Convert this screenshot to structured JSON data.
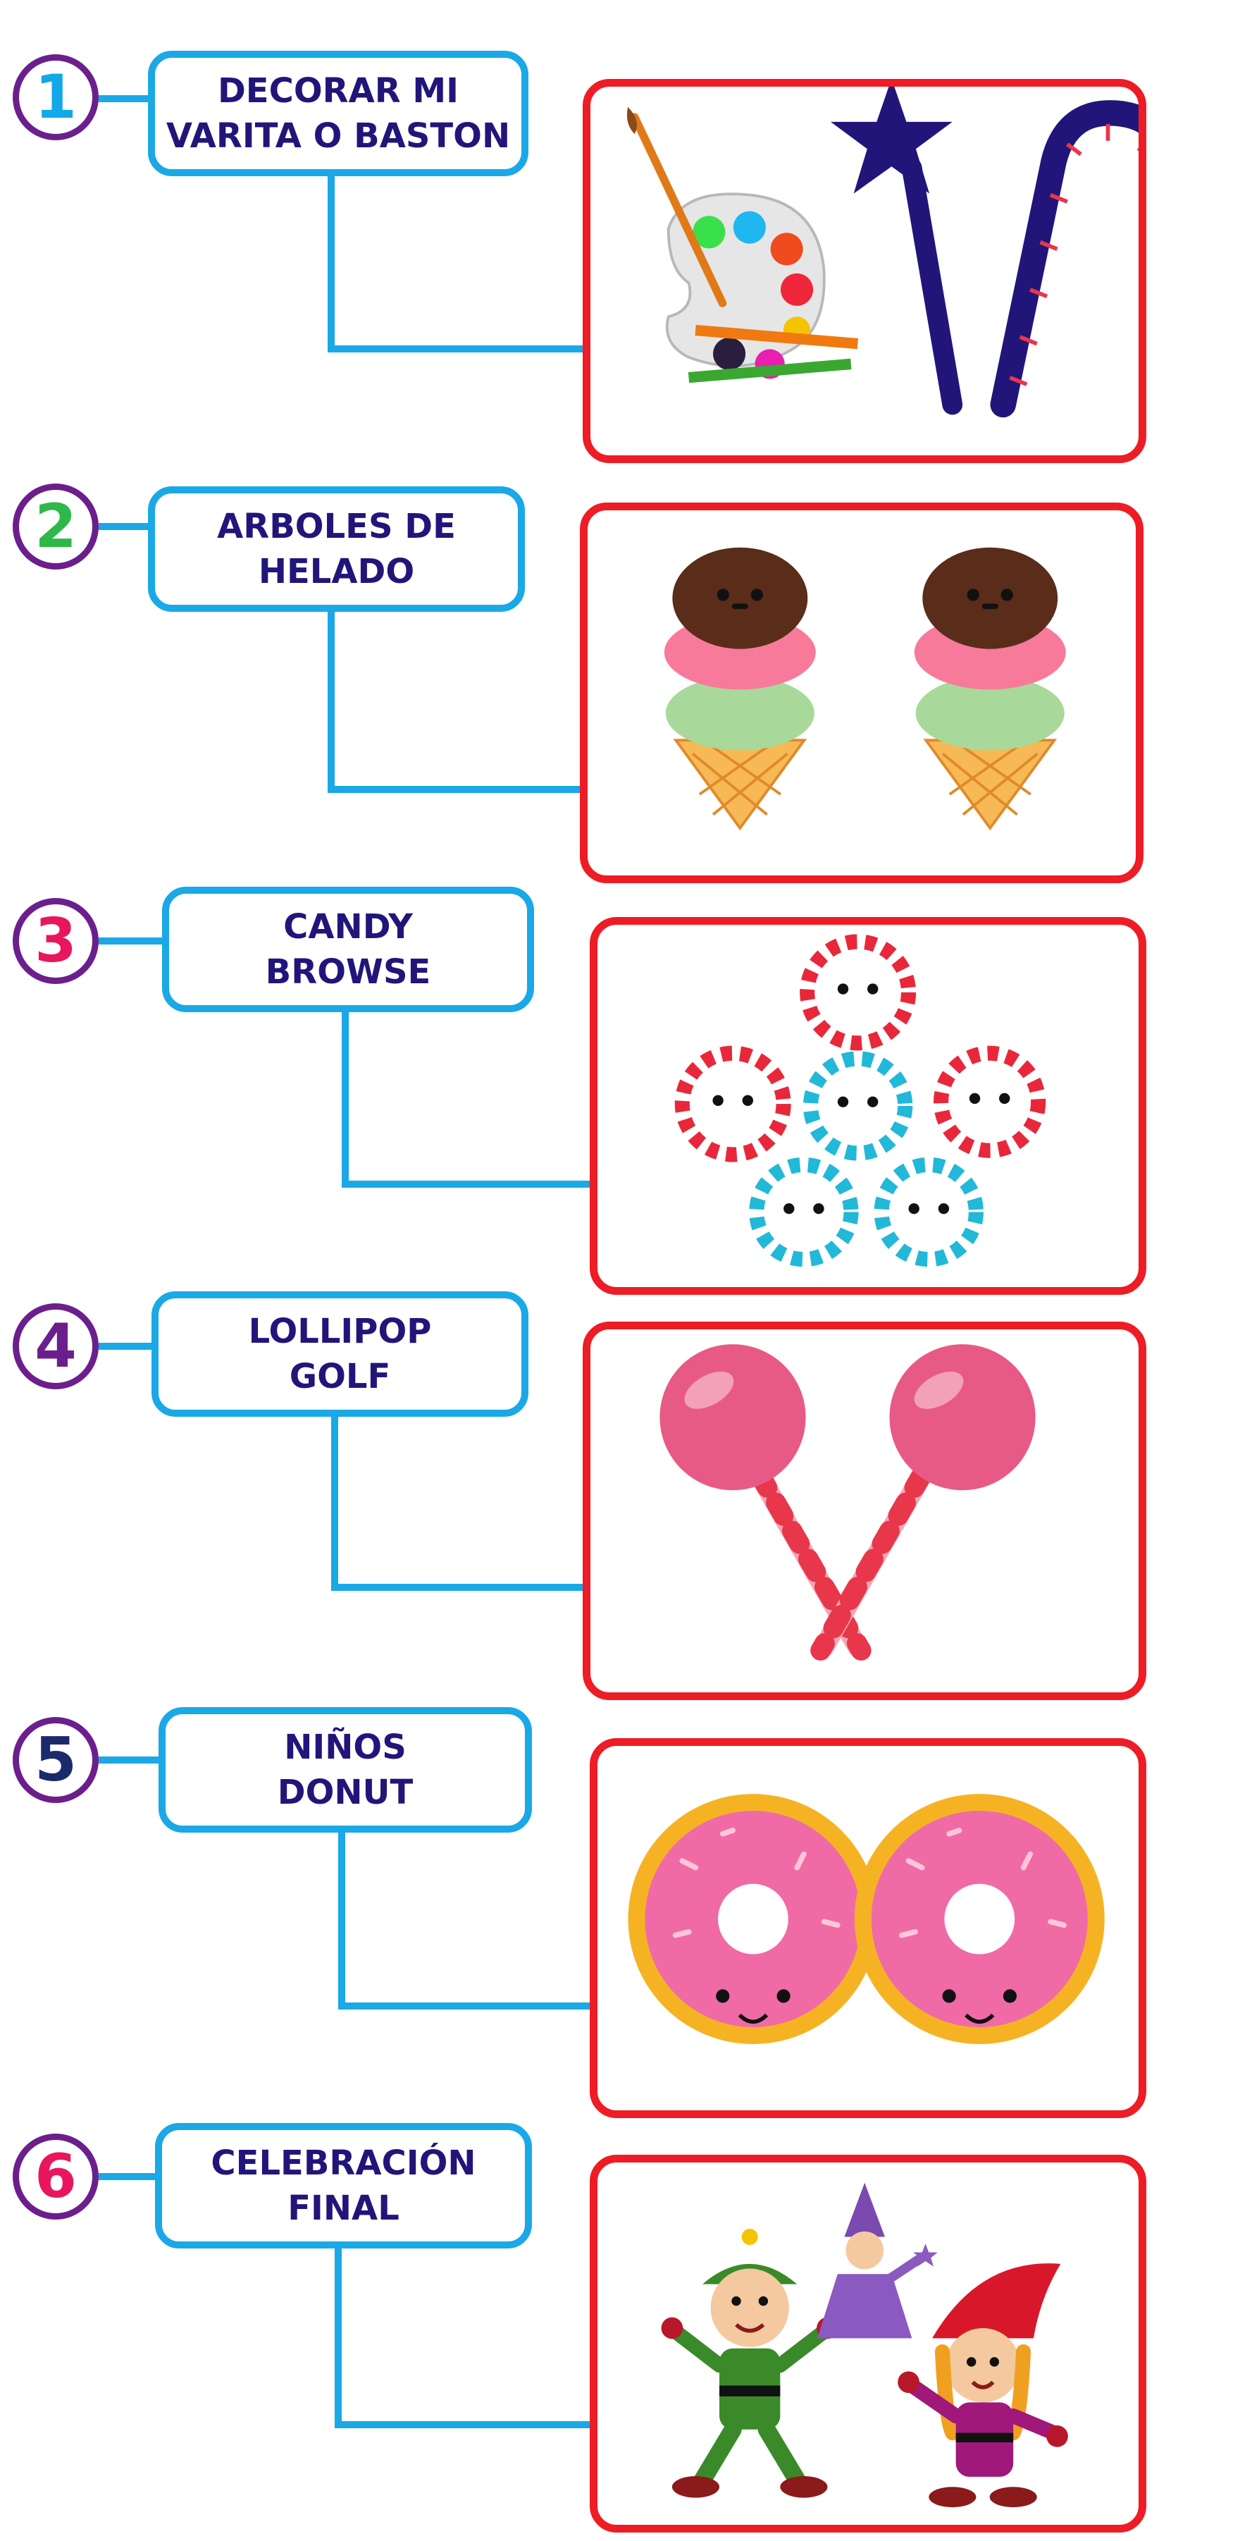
{
  "steps": [
    {
      "number": "1",
      "number_color": "#13a8e8",
      "label": "DECORAR MI\nVARITA O BASTON",
      "illustration": "paint-palette-wand-candy-cane"
    },
    {
      "number": "2",
      "number_color": "#2fb84a",
      "label": "ARBOLES DE\nHELADO",
      "illustration": "ice-cream-cones"
    },
    {
      "number": "3",
      "number_color": "#e8175d",
      "label": "CANDY\nBROWSE",
      "illustration": "peppermint-candies"
    },
    {
      "number": "4",
      "number_color": "#6b1f8c",
      "label": "LOLLIPOP\nGOLF",
      "illustration": "lollipops"
    },
    {
      "number": "5",
      "number_color": "#1b2a6b",
      "label": "NIÑOS\nDONUT",
      "illustration": "donuts"
    },
    {
      "number": "6",
      "number_color": "#e8175d",
      "label": "CELEBRACIÓN\nFINAL",
      "illustration": "elves-and-wizard"
    }
  ],
  "colors": {
    "connector": "#1aa8e6",
    "label_text": "#22157a",
    "frame": "#ee1c25",
    "circle_border": "#6b1f8c"
  }
}
